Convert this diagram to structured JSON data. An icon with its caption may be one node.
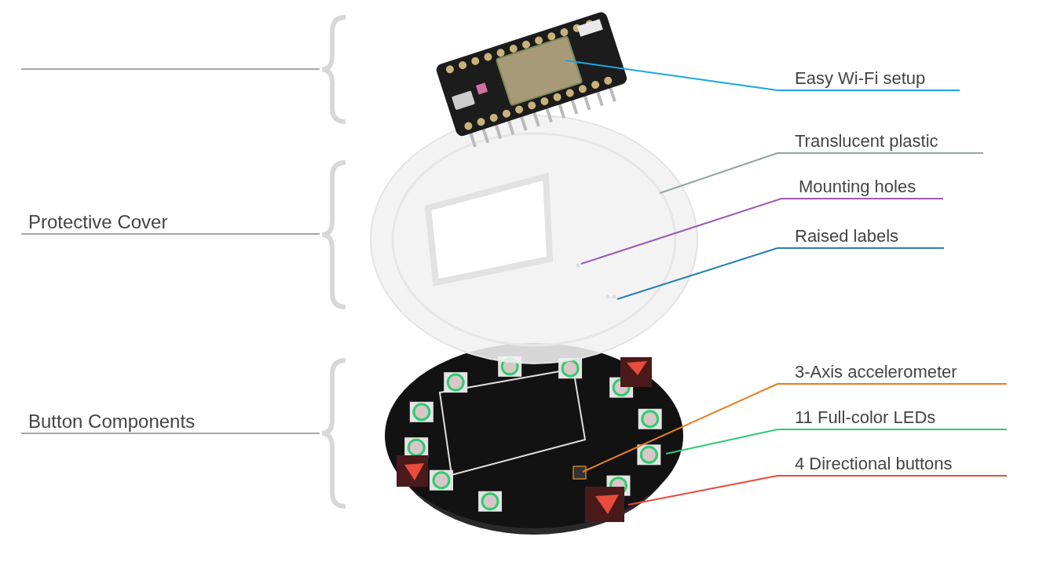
{
  "diagram": {
    "nodes": [
      {
        "text": [
          "Easy Wi-Fi setup"
        ]
      },
      {
        "text": [
          "Translucent plastic"
        ]
      },
      {
        "text": [
          "Mounting holes"
        ]
      },
      {
        "text": [
          "Raised labels"
        ]
      },
      {
        "text": [
          "3-Axis accelerometer"
        ]
      },
      {
        "text": [
          "11 Full-color LEDs"
        ]
      },
      {
        "text": [
          "4 Directional buttons"
        ]
      }
    ],
    "edges": [
      {
        "from": 0,
        "to": null,
        "arrow": "none",
        "color": "#1ba7e2"
      },
      {
        "from": 1,
        "to": null,
        "arrow": "none",
        "color": "#95a5a6"
      },
      {
        "from": 2,
        "to": null,
        "arrow": "none",
        "color": "#9b59b6"
      },
      {
        "from": 3,
        "to": null,
        "arrow": "none",
        "color": "#2a7fba"
      },
      {
        "from": 4,
        "to": null,
        "arrow": "none",
        "color": "#e67e22"
      },
      {
        "from": 5,
        "to": null,
        "arrow": "none",
        "color": "#2ecc71"
      },
      {
        "from": 6,
        "to": null,
        "arrow": "none",
        "color": "#e74c3c"
      }
    ],
    "labels": [
      "Protective Cover",
      "Button Components"
    ]
  }
}
